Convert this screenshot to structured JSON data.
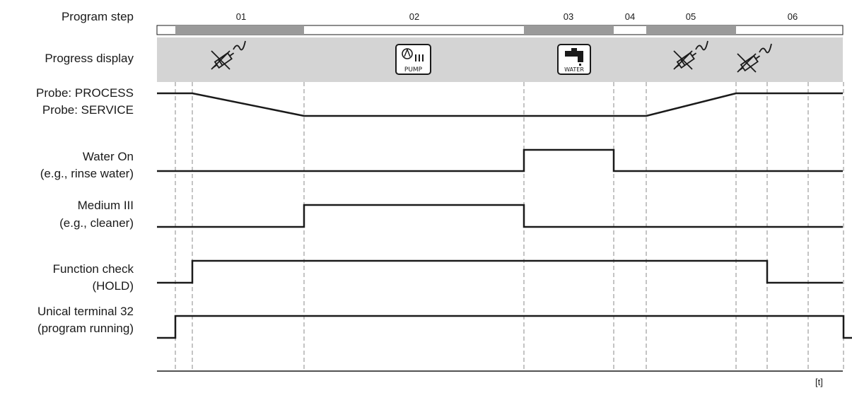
{
  "row_labels": {
    "program_step": "Program step",
    "progress_display": "Progress display",
    "probe_process": "Probe: PROCESS",
    "probe_service": "Probe: SERVICE",
    "water_on": "Water On",
    "water_on_note": "(e.g., rinse water)",
    "medium": "Medium III",
    "medium_note": "(e.g., cleaner)",
    "function_check": "Function check",
    "function_check_note": "(HOLD)",
    "unical": "Unical terminal 32",
    "unical_note": "(program running)"
  },
  "steps": [
    "01",
    "02",
    "03",
    "04",
    "05",
    "06"
  ],
  "progress_icons": {
    "pump_text": "PUMP",
    "water_text": "WATER"
  },
  "time_unit": "[t]",
  "colors": {
    "step_bar_dark": "#9a9a9a",
    "progress_band": "#d4d4d4",
    "signal_line": "#1a1a1a",
    "guide_line": "#8a8a8a"
  }
}
